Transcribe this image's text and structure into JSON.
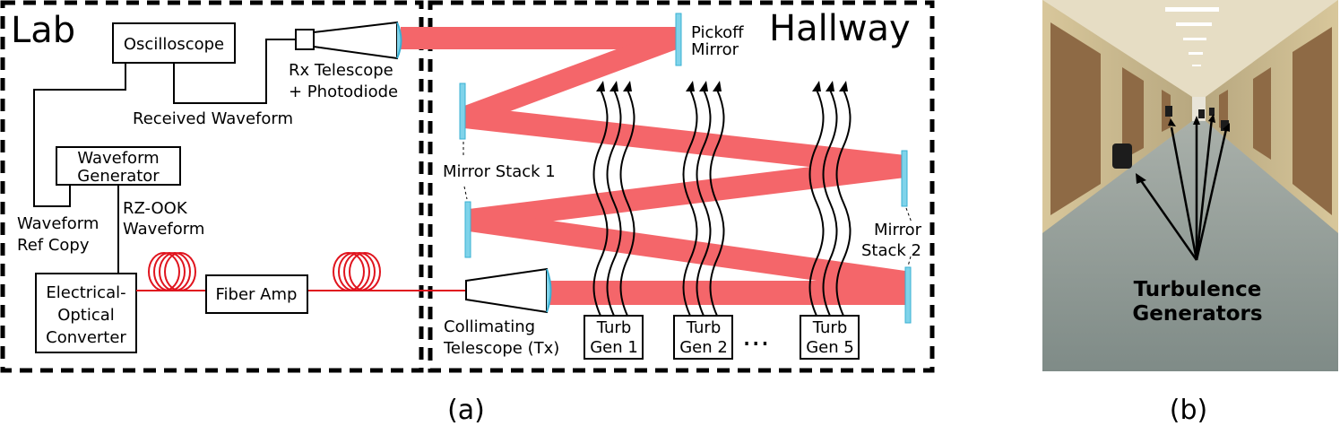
{
  "panel_a": {
    "caption": "(a)",
    "lab": {
      "title": "Lab",
      "oscilloscope": "Oscilloscope",
      "rx_line1": "Rx Telescope",
      "rx_line2": "+ Photodiode",
      "received_waveform": "Received Waveform",
      "wavegen_line1": "Waveform",
      "wavegen_line2": "Generator",
      "rzook_line1": "RZ-OOK",
      "rzook_line2": "Waveform",
      "refcopy_line1": "Waveform",
      "refcopy_line2": "Ref Copy",
      "eo_line1": "Electrical-",
      "eo_line2": "Optical",
      "eo_line3": "Converter",
      "fiber_amp": "Fiber Amp"
    },
    "hallway": {
      "title": "Hallway",
      "pickoff_line1": "Pickoff",
      "pickoff_line2": "Mirror",
      "mirror_stack_1": "Mirror Stack 1",
      "mirror_stack_2_line1": "Mirror",
      "mirror_stack_2_line2": "Stack 2",
      "collimating_line1": "Collimating",
      "collimating_line2": "Telescope (Tx)",
      "turb_gens": [
        {
          "line1": "Turb",
          "line2": "Gen 1"
        },
        {
          "line1": "Turb",
          "line2": "Gen 2"
        },
        {
          "line1": "Turb",
          "line2": "Gen 5"
        }
      ],
      "ellipsis": "..."
    }
  },
  "panel_b": {
    "caption": "(b)",
    "label_line1": "Turbulence",
    "label_line2": "Generators"
  },
  "colors": {
    "beam": "#f4666a",
    "mirror": "#7fd3ea",
    "fiber": "#e0141e",
    "wall": "#c9b88e",
    "floor": "#8e9a96"
  }
}
